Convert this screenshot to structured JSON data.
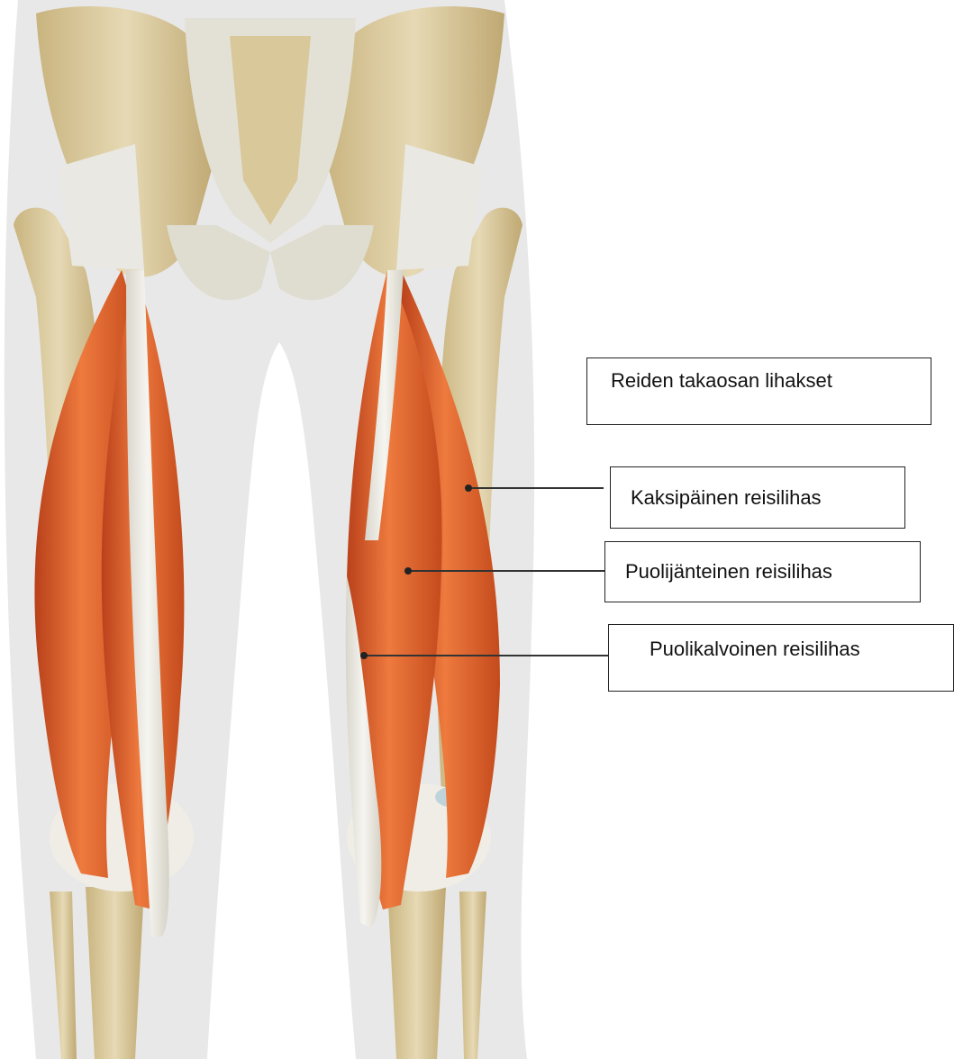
{
  "title_label": "Reiden takaosan lihakset",
  "muscle_labels": [
    {
      "text": "Kaksipäinen reisilihas"
    },
    {
      "text": "Puolijänteinen reisilihas"
    },
    {
      "text": "Puolikalvoinen reisilihas"
    }
  ],
  "colors": {
    "muscle": "#d4541f",
    "muscle_light": "#ee7a3e",
    "bone": "#d8c79b",
    "tendon": "#eeece4",
    "silhouette": "#e7e7e7",
    "leader_line": "#333333"
  }
}
